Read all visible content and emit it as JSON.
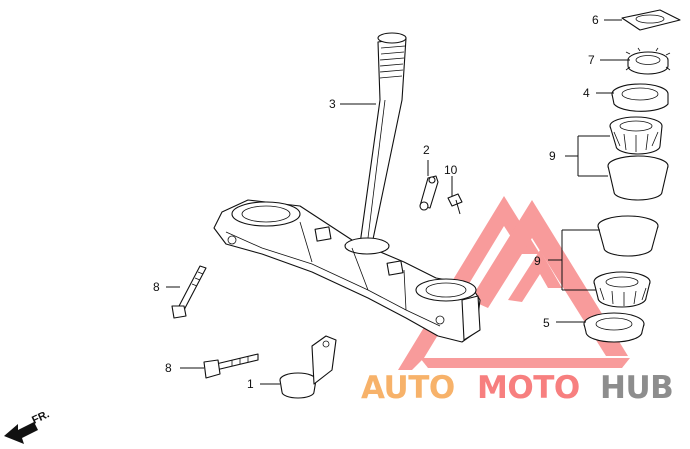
{
  "callouts": [
    {
      "id": "c6",
      "label": "6"
    },
    {
      "id": "c7",
      "label": "7"
    },
    {
      "id": "c4",
      "label": "4"
    },
    {
      "id": "c9a",
      "label": "9"
    },
    {
      "id": "c3",
      "label": "3"
    },
    {
      "id": "c2",
      "label": "2"
    },
    {
      "id": "c10",
      "label": "10"
    },
    {
      "id": "c9b",
      "label": "9"
    },
    {
      "id": "c8a",
      "label": "8"
    },
    {
      "id": "c5",
      "label": "5"
    },
    {
      "id": "c8b",
      "label": "8"
    },
    {
      "id": "c1",
      "label": "1"
    }
  ],
  "direction_label": "FR.",
  "watermark": {
    "word1": "AUTO",
    "word2": "MOTO",
    "word3": "HUB",
    "colors": {
      "orange": "#f7b26a",
      "red": "#f77f7f",
      "gray": "#8d8d8d"
    }
  }
}
